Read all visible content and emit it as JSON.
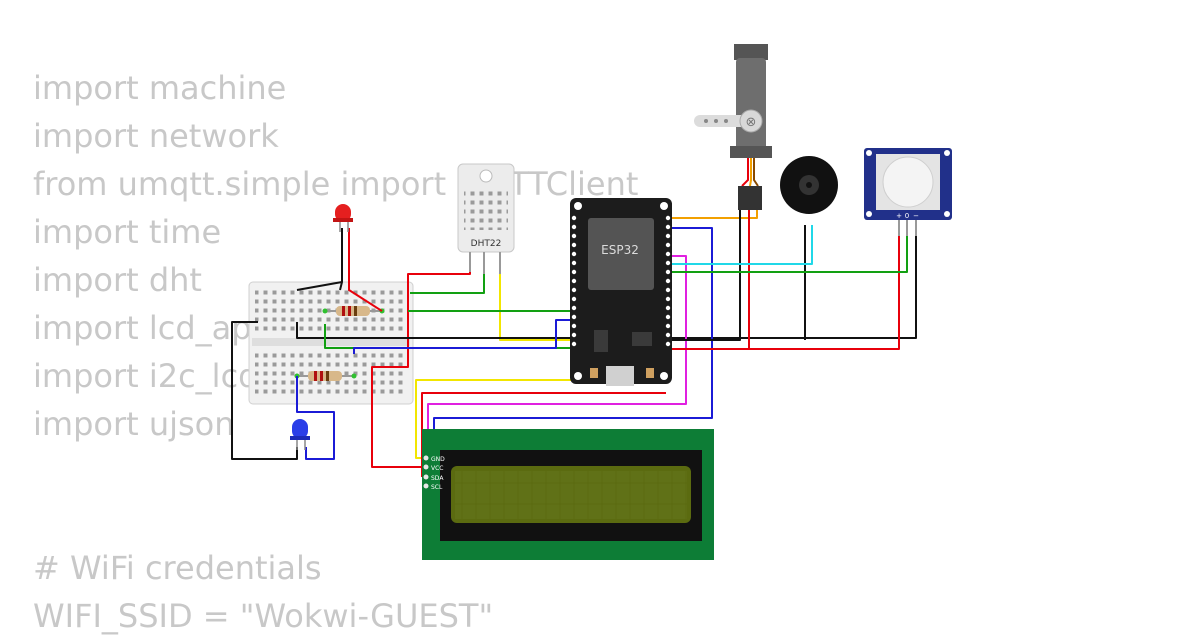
{
  "code_lines": [
    "import machine",
    "import network",
    "from umqtt.simple import MQTTClient",
    "import time",
    "import dht",
    "import lcd_api",
    "import i2c_lcd",
    "import ujson",
    "",
    "",
    "# WiFi credentials",
    "WIFI_SSID = \"Wokwi-GUEST\""
  ],
  "components": {
    "dht_label": "DHT22",
    "esp32_label": "ESP32",
    "lcd_pins": [
      "GND",
      "VCC",
      "SDA",
      "SCL"
    ],
    "pir_pins": [
      "+",
      "0",
      "−"
    ]
  },
  "colors": {
    "wire_red": "#e8000b",
    "wire_black": "#111111",
    "wire_green": "#12a012",
    "wire_yellow": "#f2e600",
    "wire_blue": "#1b1bd6",
    "wire_magenta": "#e020e0",
    "wire_cyan": "#20d8e8",
    "wire_orange": "#f2a000",
    "lcd_board": "#0d7d36",
    "lcd_screen": "#5b6b10",
    "esp32_board": "#1c1c1c",
    "pir_board": "#21308a"
  }
}
